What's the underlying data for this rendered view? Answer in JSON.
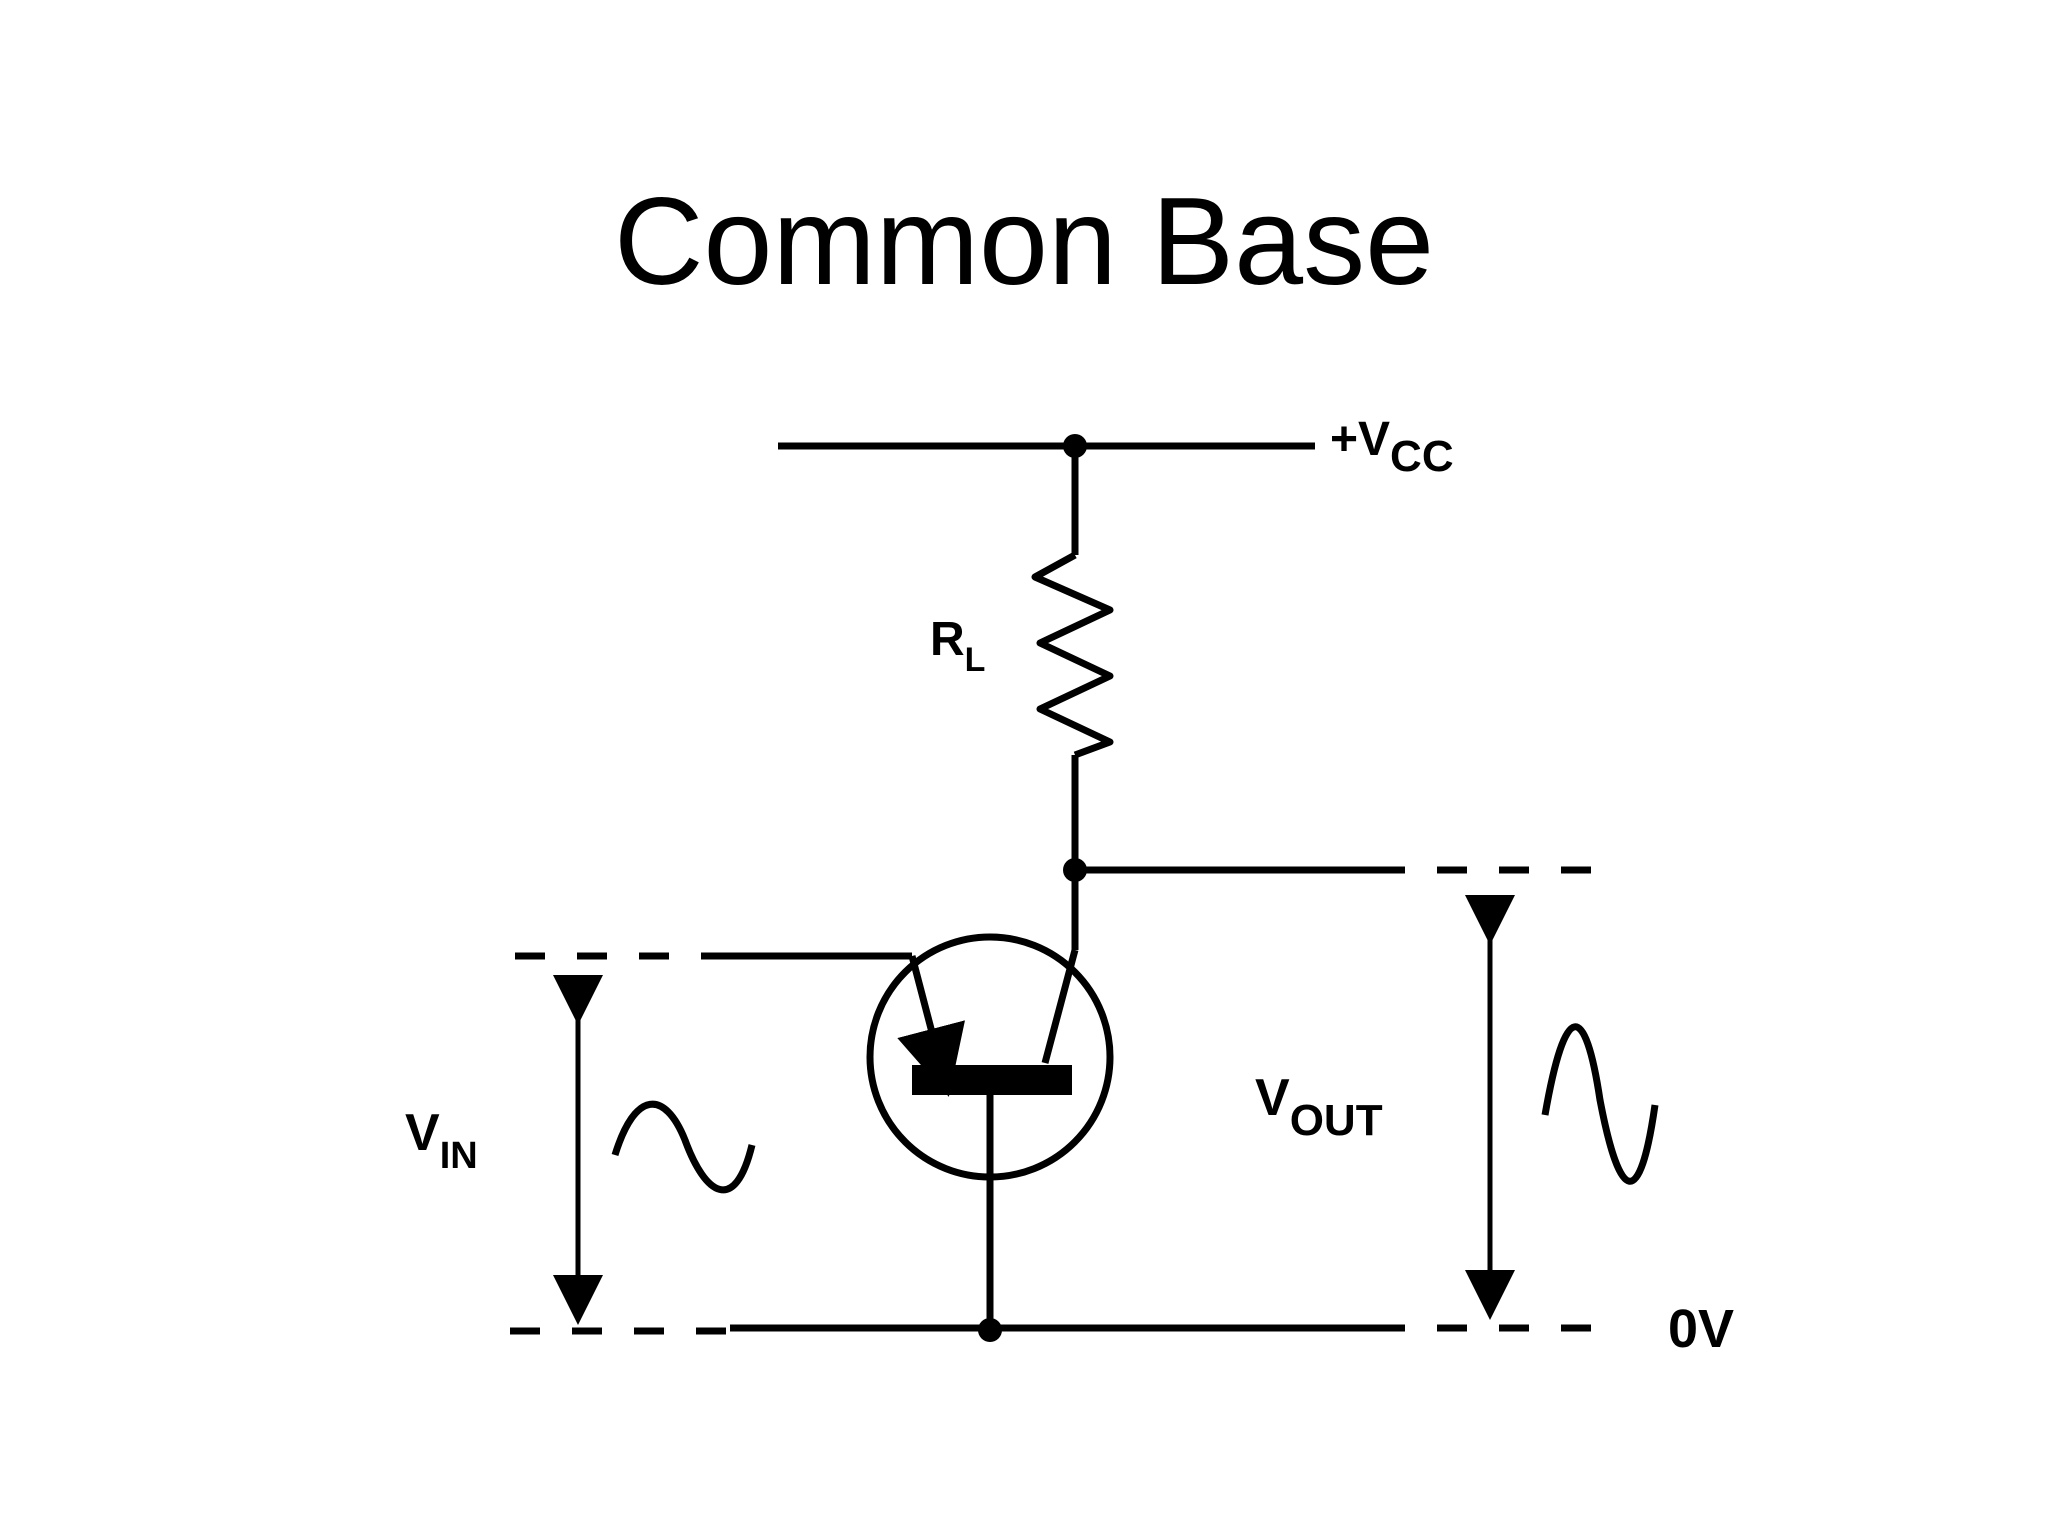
{
  "slide": {
    "title": "Common Base"
  },
  "diagram": {
    "supply_label_main": "+V",
    "supply_label_sub": "CC",
    "resistor_label_main": "R",
    "resistor_label_sub": "L",
    "input_label_main": "V",
    "input_label_sub": "IN",
    "output_label_main": "V",
    "output_label_sub": "OUT",
    "ground_label": "0V",
    "line_color": "#000000",
    "background_color": "#ffffff"
  }
}
